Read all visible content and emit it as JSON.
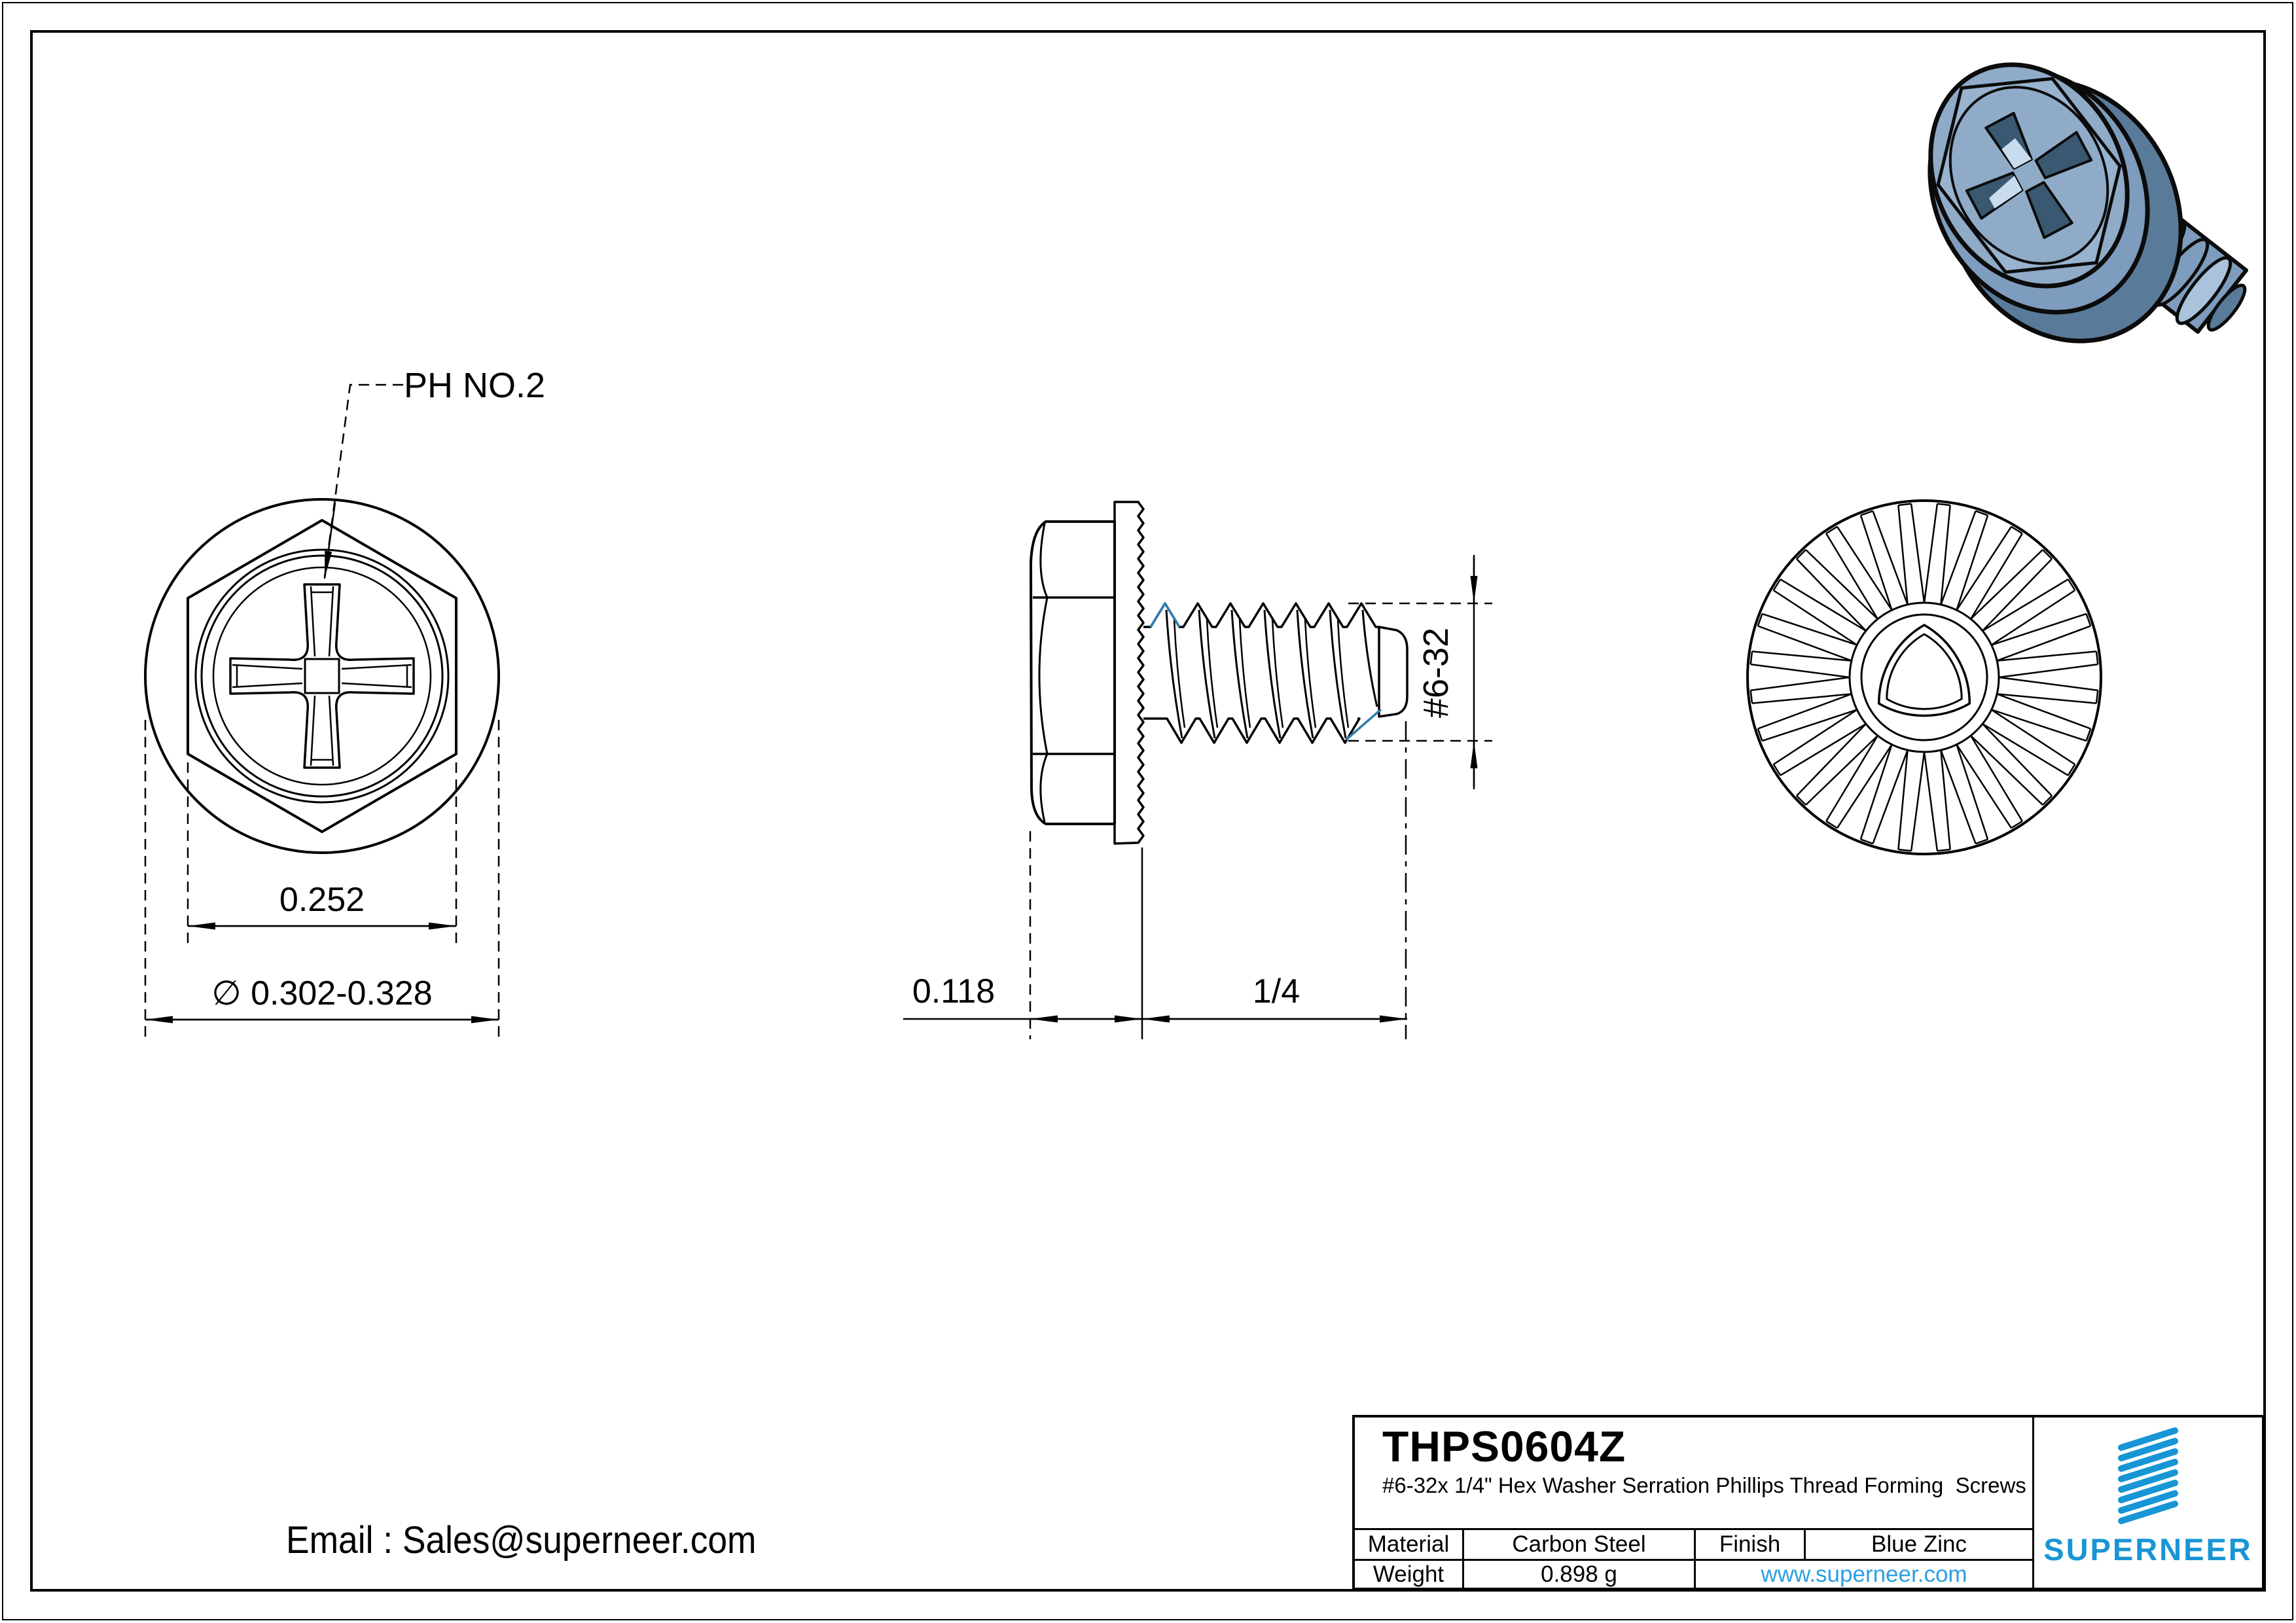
{
  "title_block": {
    "part_number": "THPS0604Z",
    "description": "#6-32x 1/4\" Hex Washer Serration Phillips Thread Forming  Screws",
    "material_label": "Material",
    "material_value": "Carbon Steel",
    "finish_label": "Finish",
    "finish_value": "Blue Zinc",
    "weight_label": "Weight",
    "weight_value": "0.898 g",
    "website": "www.superneer.com"
  },
  "brand": {
    "wordmark": "SUPERNEER"
  },
  "contact": {
    "email_line": "Email : Sales@superneer.com"
  },
  "annotations": {
    "drive_label": "PH NO.2",
    "across_flats": "0.252",
    "flange_diameter": "∅ 0.302-0.328",
    "head_height": "0.118",
    "thread_length": "1/4",
    "thread_size": "#6-32"
  },
  "colors": {
    "line": "#000000",
    "accent": "#2e7fad",
    "link": "#2b9fe2",
    "logo": "#1895d5",
    "screw-mid": "#7e9cbd",
    "screw-light": "#a9c3dc",
    "screw-face": "#8fabc8",
    "screw-dark": "#5a7a99",
    "screw-recess": "#3a5871"
  }
}
